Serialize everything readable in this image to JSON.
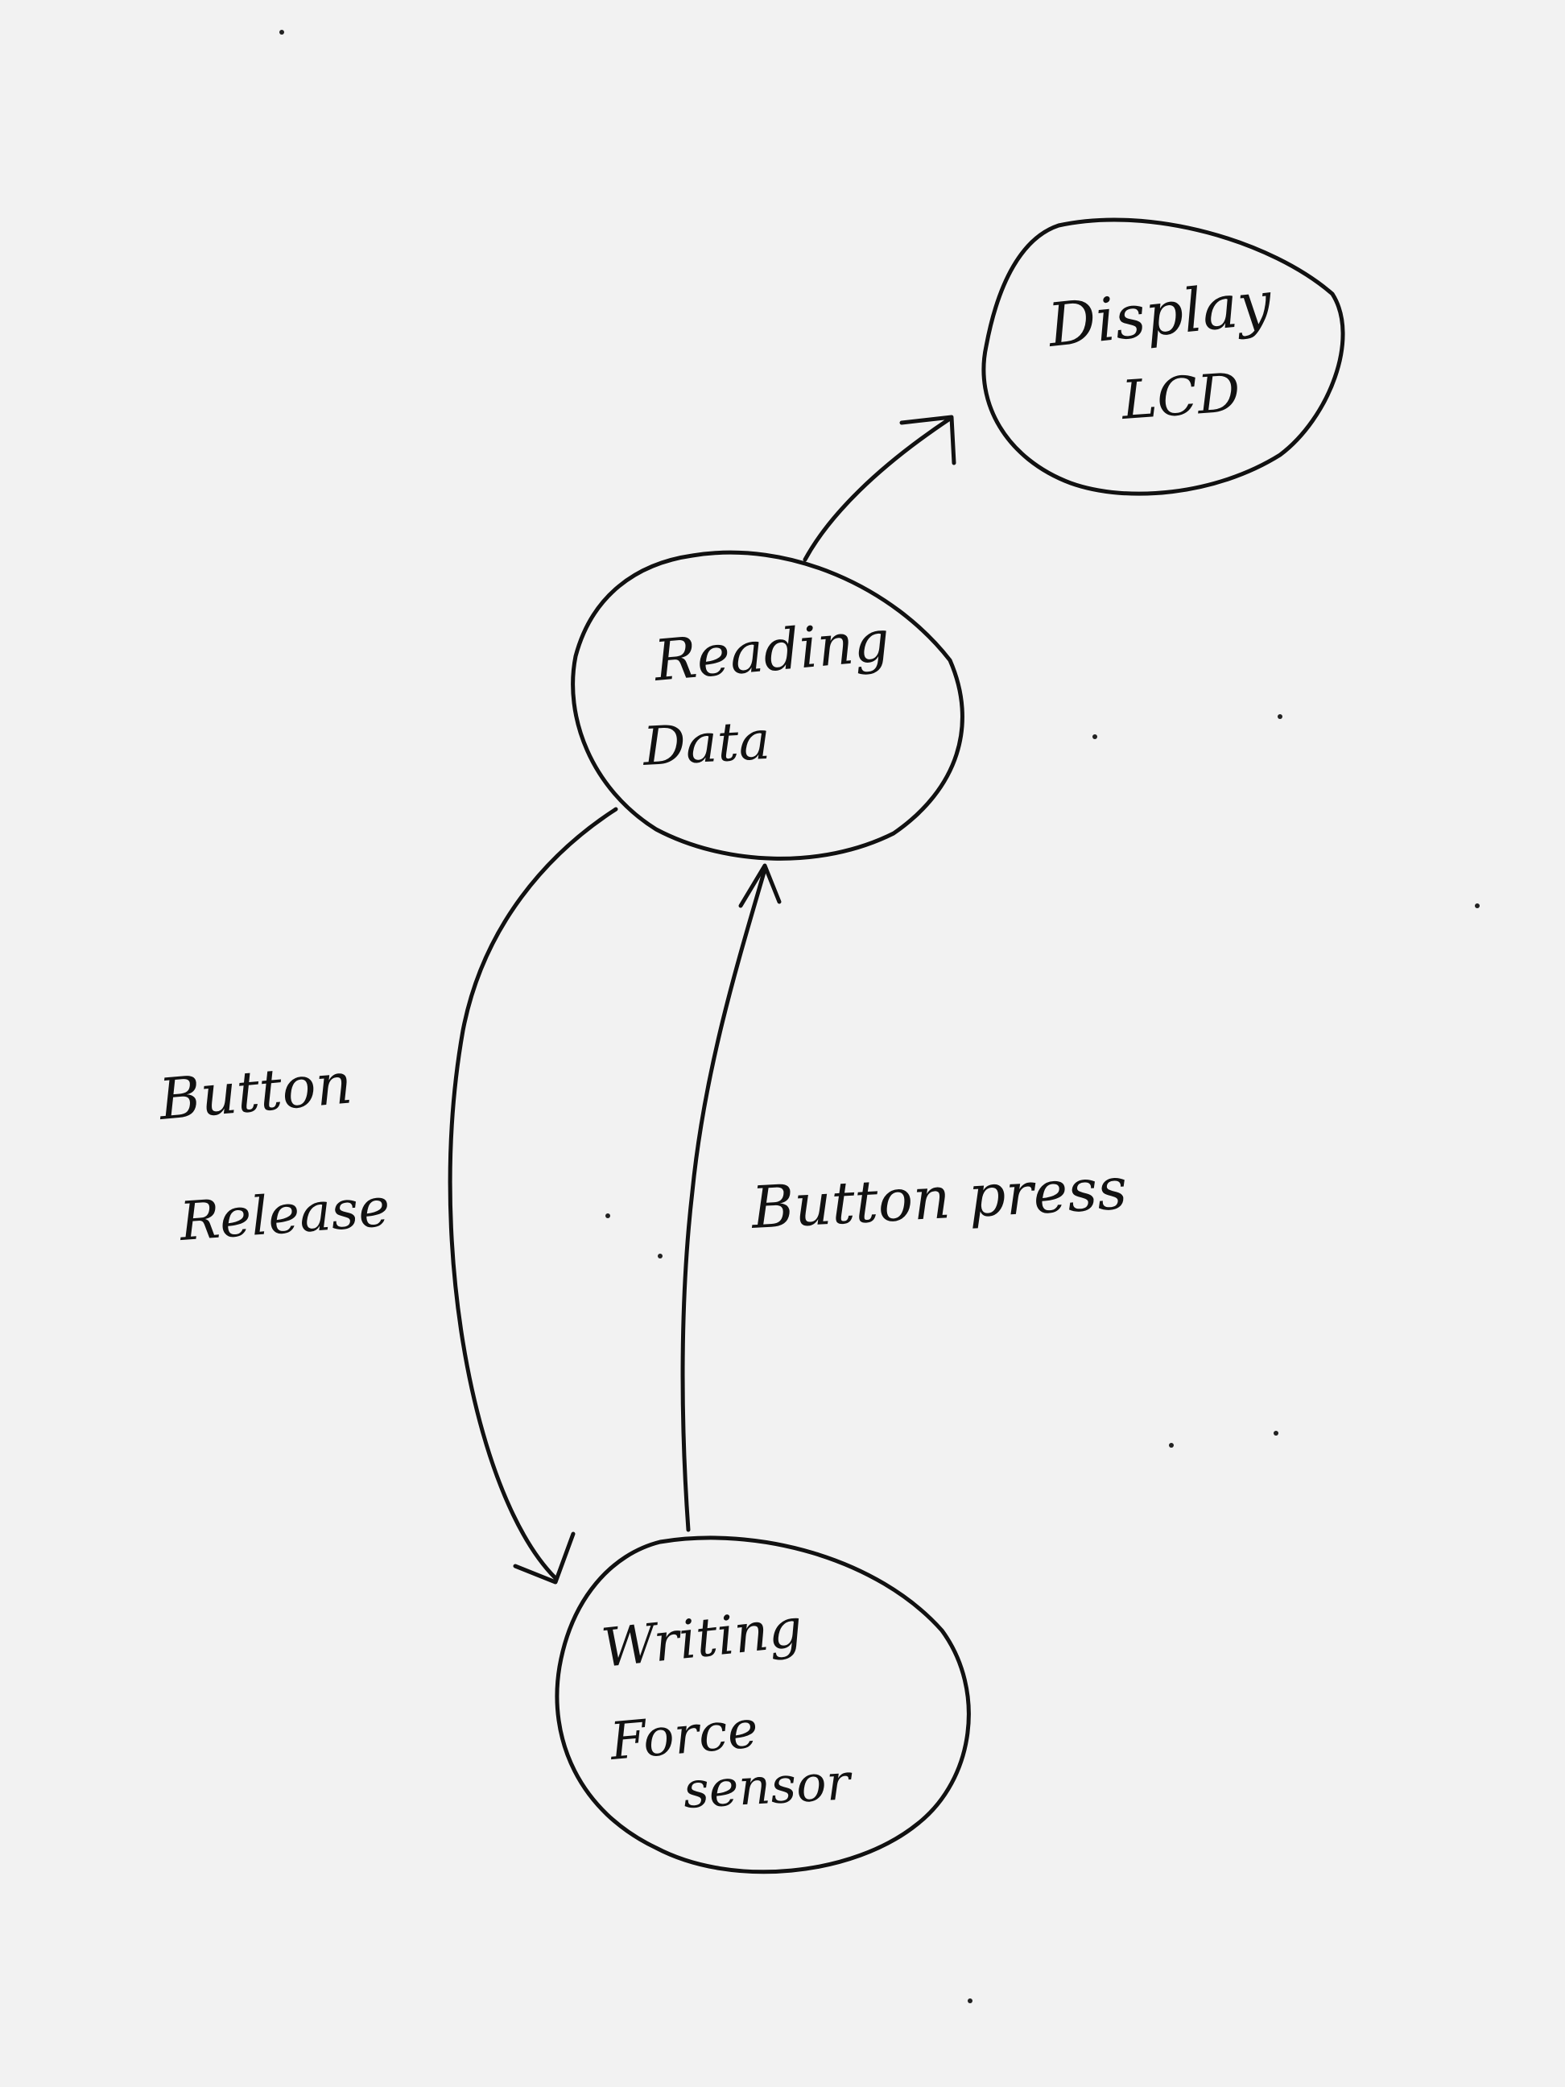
{
  "nodes": {
    "display_lcd": {
      "line1": "Display",
      "line2": "LCD"
    },
    "reading_data": {
      "line1": "Reading",
      "line2": "Data"
    },
    "writing_force_sensor": {
      "line1": "Writing",
      "line2": "Force",
      "line3": "sensor"
    }
  },
  "edges": {
    "button_release": {
      "line1": "Button",
      "line2": "Release"
    },
    "button_press": {
      "label": "Button press"
    }
  },
  "colors": {
    "paper": "#f2f2f2",
    "ink": "#111111"
  }
}
